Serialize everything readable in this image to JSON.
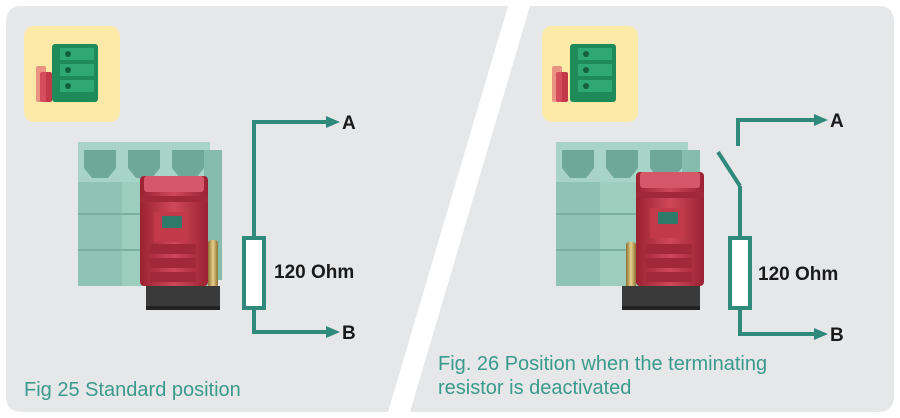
{
  "figures": [
    {
      "caption": [
        "Fig 25 Standard position"
      ],
      "resistor_label": "120 Ohm",
      "terminal_a": "A",
      "terminal_b": "B",
      "switch_state": "closed",
      "jumper_position": "engaged"
    },
    {
      "caption": [
        "Fig. 26 Position when the terminating",
        "resistor is deactivated"
      ],
      "resistor_label": "120 Ohm",
      "terminal_a": "A",
      "terminal_b": "B",
      "switch_state": "open",
      "jumper_position": "released"
    }
  ],
  "colors": {
    "panel": "#e6e7e9",
    "wire": "#2f8a7c",
    "caption": "#3a9a8c",
    "icon_bg": "#fbe9a8",
    "connector": "#8fc4b4",
    "jumper": "#c23a4a",
    "base": "#3a3a3a",
    "pin": "#c9a552"
  }
}
